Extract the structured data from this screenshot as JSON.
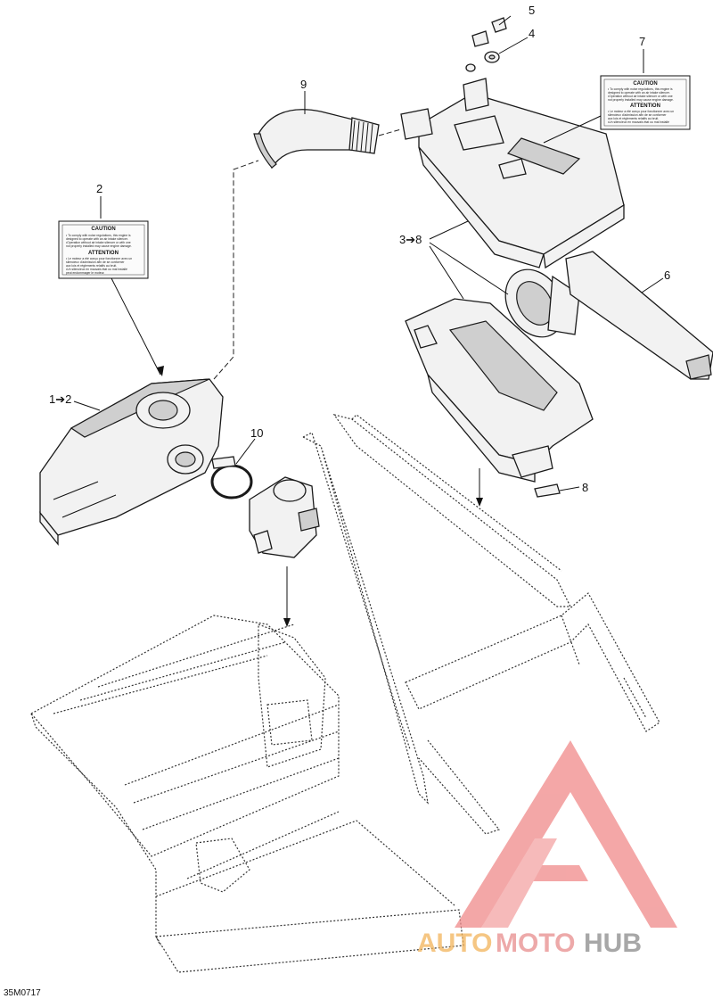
{
  "callouts": {
    "c5": "5",
    "c4": "4",
    "c7": "7",
    "c9": "9",
    "c2": "2",
    "c38": "3➔8",
    "c6": "6",
    "c12": "1➔2",
    "c10": "10",
    "c8": "8"
  },
  "warning_label": {
    "caution_title": "CAUTION",
    "caution_lines": [
      "• To comply with noise regulations, this engine is",
      "designed to operate with an air intake silencer.",
      "•Operation without air intake silencer or with one",
      "not properly installed may cause engine damage."
    ],
    "attention_title": "ATTENTION",
    "attention_lines": [
      "• Le moteur a été conçu pour fonctionner avec un",
      "silencieux d'admission afin de se conformer",
      "aux lois et règlements relatifs au bruit.",
      "•Un silencieux en mauvais état ou mal installé",
      "peut endommager le moteur."
    ]
  },
  "reference_code": "35M0717",
  "watermark": {
    "brand_part1": "AUTO",
    "brand_part2": "MOTO",
    "brand_part3": "HUB",
    "colors": {
      "triangle": "#f08a8a",
      "auto": "#f2b45a",
      "moto": "#e88d8d",
      "hub": "#8a8a8a"
    }
  }
}
